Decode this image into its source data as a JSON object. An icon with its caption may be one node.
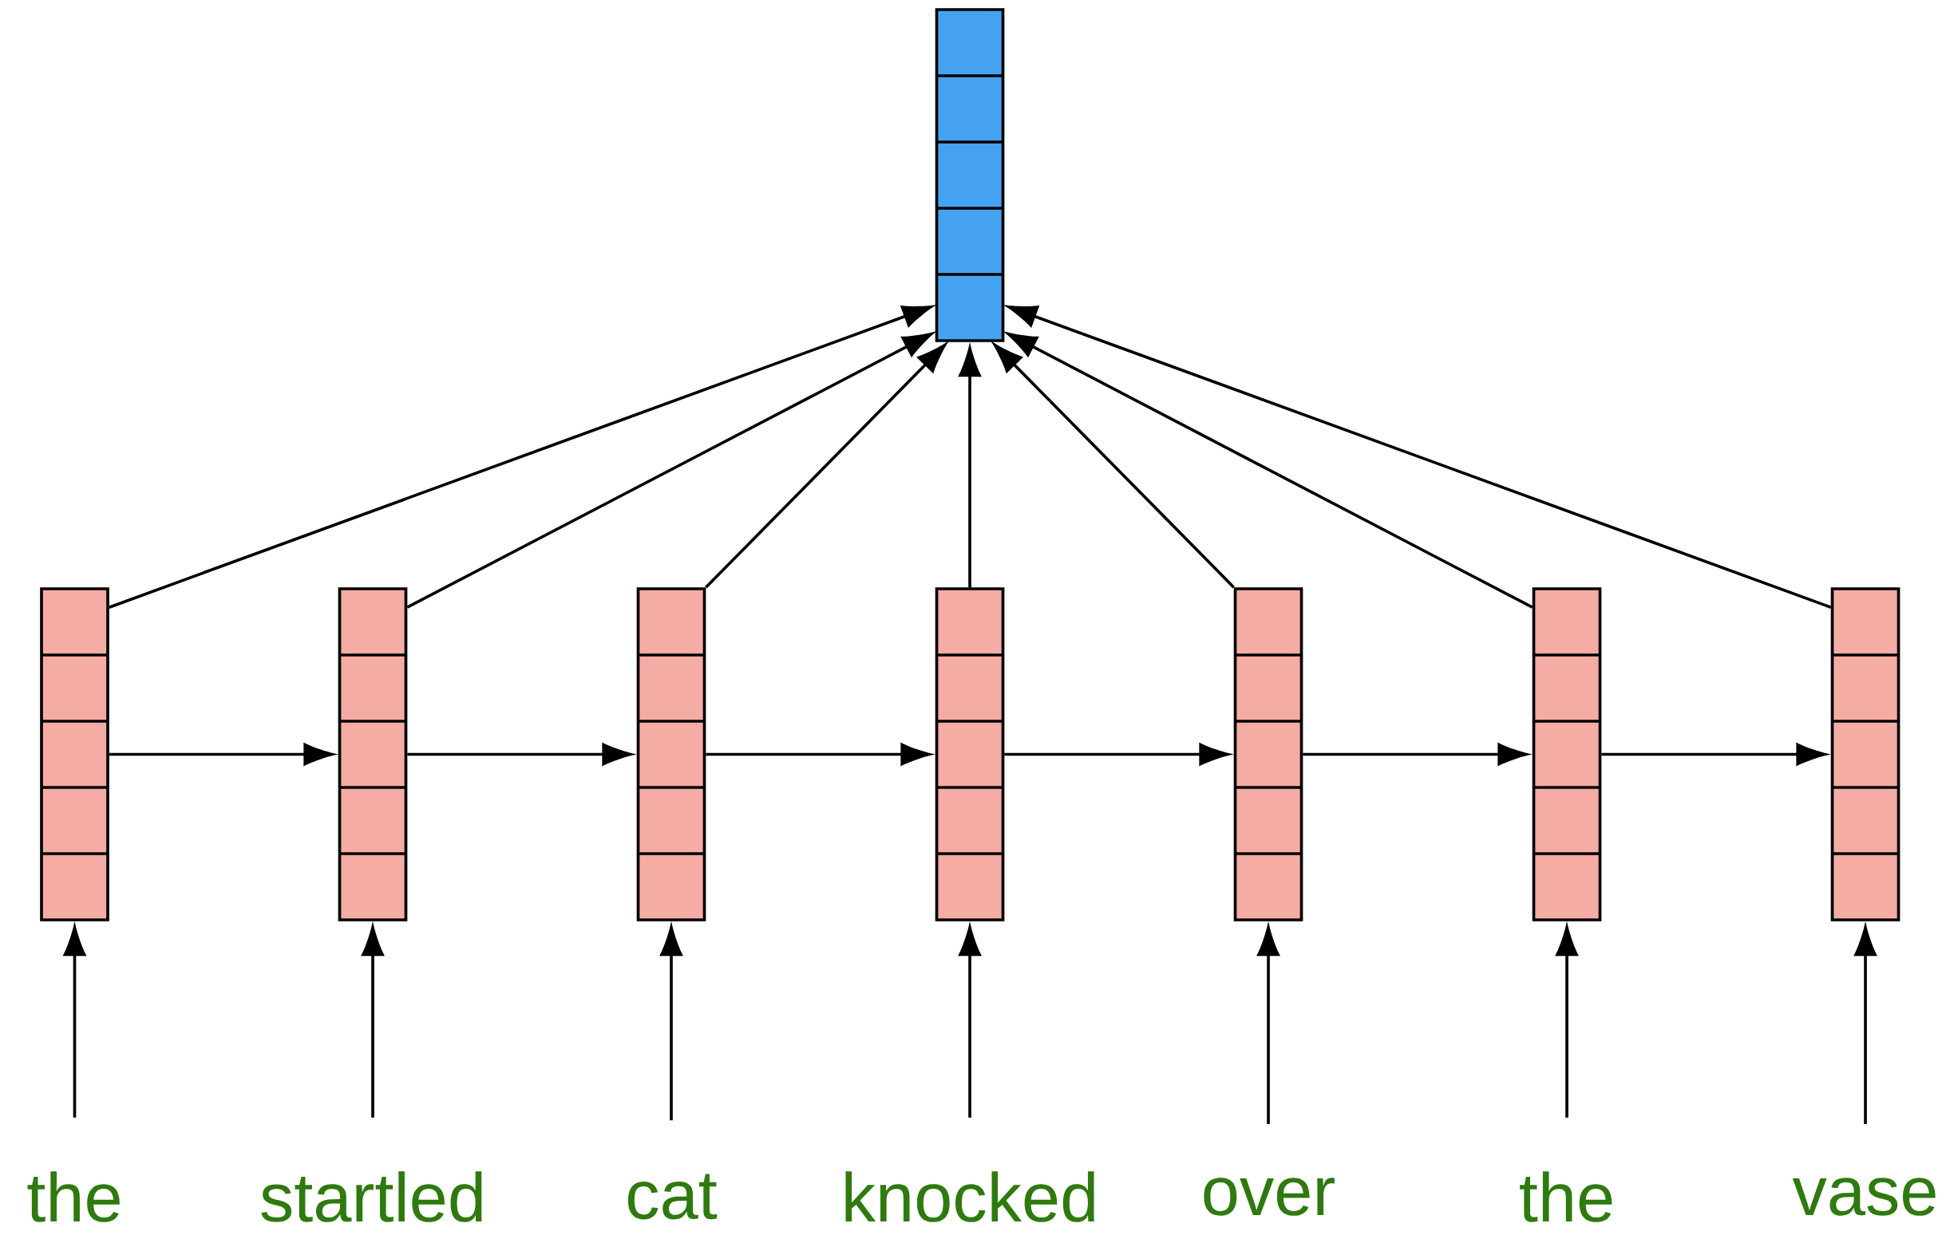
{
  "diagram": {
    "nodes": [
      {
        "text": [],
        "shape": "bar"
      },
      {
        "text": [],
        "shape": "bar"
      },
      {
        "text": [],
        "shape": "bar"
      },
      {
        "text": [],
        "shape": "bar"
      },
      {
        "text": [],
        "shape": "bar"
      },
      {
        "text": [],
        "shape": "bar"
      },
      {
        "text": [],
        "shape": "bar"
      },
      {
        "text": [],
        "shape": "bar"
      },
      {
        "text": [
          "the"
        ]
      },
      {
        "text": [
          "startled"
        ]
      },
      {
        "text": [
          "cat"
        ]
      },
      {
        "text": [
          "knocked"
        ]
      },
      {
        "text": [
          "over"
        ]
      },
      {
        "text": [
          "the"
        ]
      },
      {
        "text": [
          "vase"
        ]
      }
    ],
    "edges": [
      {
        "from": 8,
        "to": 1,
        "arrow": "to"
      },
      {
        "from": 9,
        "to": 2,
        "arrow": "to"
      },
      {
        "from": 10,
        "to": 3,
        "arrow": "to"
      },
      {
        "from": 11,
        "to": 4,
        "arrow": "to"
      },
      {
        "from": 12,
        "to": 5,
        "arrow": "to"
      },
      {
        "from": 13,
        "to": 6,
        "arrow": "to"
      },
      {
        "from": 14,
        "to": 7,
        "arrow": "to"
      },
      {
        "from": 1,
        "to": 2,
        "arrow": "to"
      },
      {
        "from": 2,
        "to": 3,
        "arrow": "to"
      },
      {
        "from": 3,
        "to": 4,
        "arrow": "to"
      },
      {
        "from": 4,
        "to": 5,
        "arrow": "to"
      },
      {
        "from": 5,
        "to": 6,
        "arrow": "to"
      },
      {
        "from": 6,
        "to": 7,
        "arrow": "to"
      },
      {
        "from": 1,
        "to": 0,
        "arrow": "to"
      },
      {
        "from": 2,
        "to": 0,
        "arrow": "to"
      },
      {
        "from": 3,
        "to": 0,
        "arrow": "to"
      },
      {
        "from": 4,
        "to": 0,
        "arrow": "to"
      },
      {
        "from": 5,
        "to": 0,
        "arrow": "to"
      },
      {
        "from": 6,
        "to": 0,
        "arrow": "to"
      },
      {
        "from": 7,
        "to": 0,
        "arrow": "to"
      }
    ]
  }
}
